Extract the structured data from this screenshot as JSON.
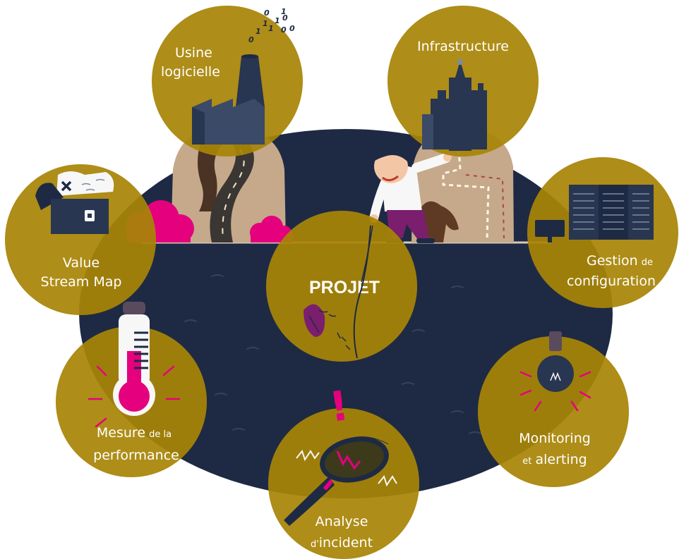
{
  "center": {
    "title": "PROJET"
  },
  "usine": {
    "line1": "Usine",
    "line2": "logicielle",
    "binary": [
      "0",
      "1",
      "1",
      "1",
      "0",
      "1",
      "1",
      "0",
      "0",
      "0"
    ]
  },
  "infrastructure": {
    "label": "Infrastructure"
  },
  "gestion": {
    "word1": "Gestion",
    "word2": "de",
    "word3": "configuration"
  },
  "monitoring": {
    "word1": "Monitoring",
    "word2": "et",
    "word3": "alerting"
  },
  "analyse": {
    "word1": "Analyse",
    "word2": "d'",
    "word3": "incident",
    "exclamation": "!"
  },
  "mesure": {
    "word1": "Mesure",
    "word2": "de la",
    "word3": "performance"
  },
  "vsm": {
    "line1": "Value",
    "line2": "Stream Map"
  },
  "colors": {
    "circle": "#a88406",
    "navy": "#1e2a44",
    "accent": "#e5007e",
    "hill": "#c5a98a",
    "brown": "#4a3324"
  }
}
